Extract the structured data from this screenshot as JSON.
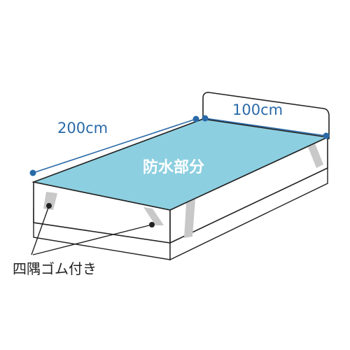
{
  "labels": {
    "length": "200cm",
    "width": "100cm",
    "waterproof_area": "防水部分",
    "elastic_corners": "四隅ゴム付き"
  },
  "colors": {
    "waterproof_fill": "#8ccfe0",
    "dimension_line": "#2a6aa8",
    "outline": "#222222",
    "elastic_band": "#c8c8c8"
  }
}
